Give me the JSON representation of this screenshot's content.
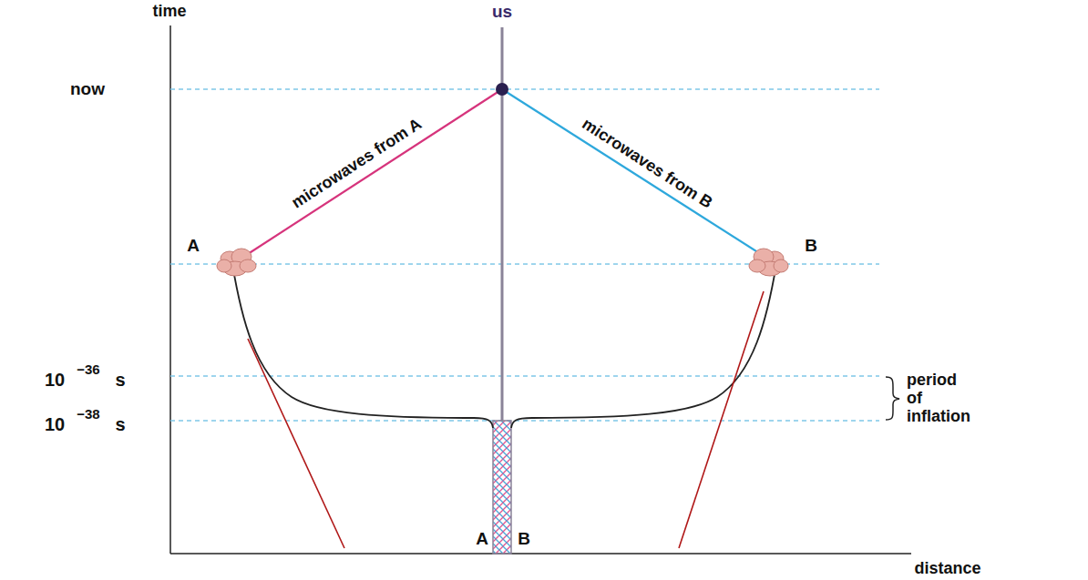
{
  "diagram": {
    "labels": [
      "time",
      "us",
      "now",
      "microwaves from A",
      "microwaves from B",
      "A",
      "B",
      "10",
      "−36",
      "s",
      "10",
      "−38",
      "s",
      "period of inflation",
      "A",
      "B",
      "distance"
    ]
  }
}
